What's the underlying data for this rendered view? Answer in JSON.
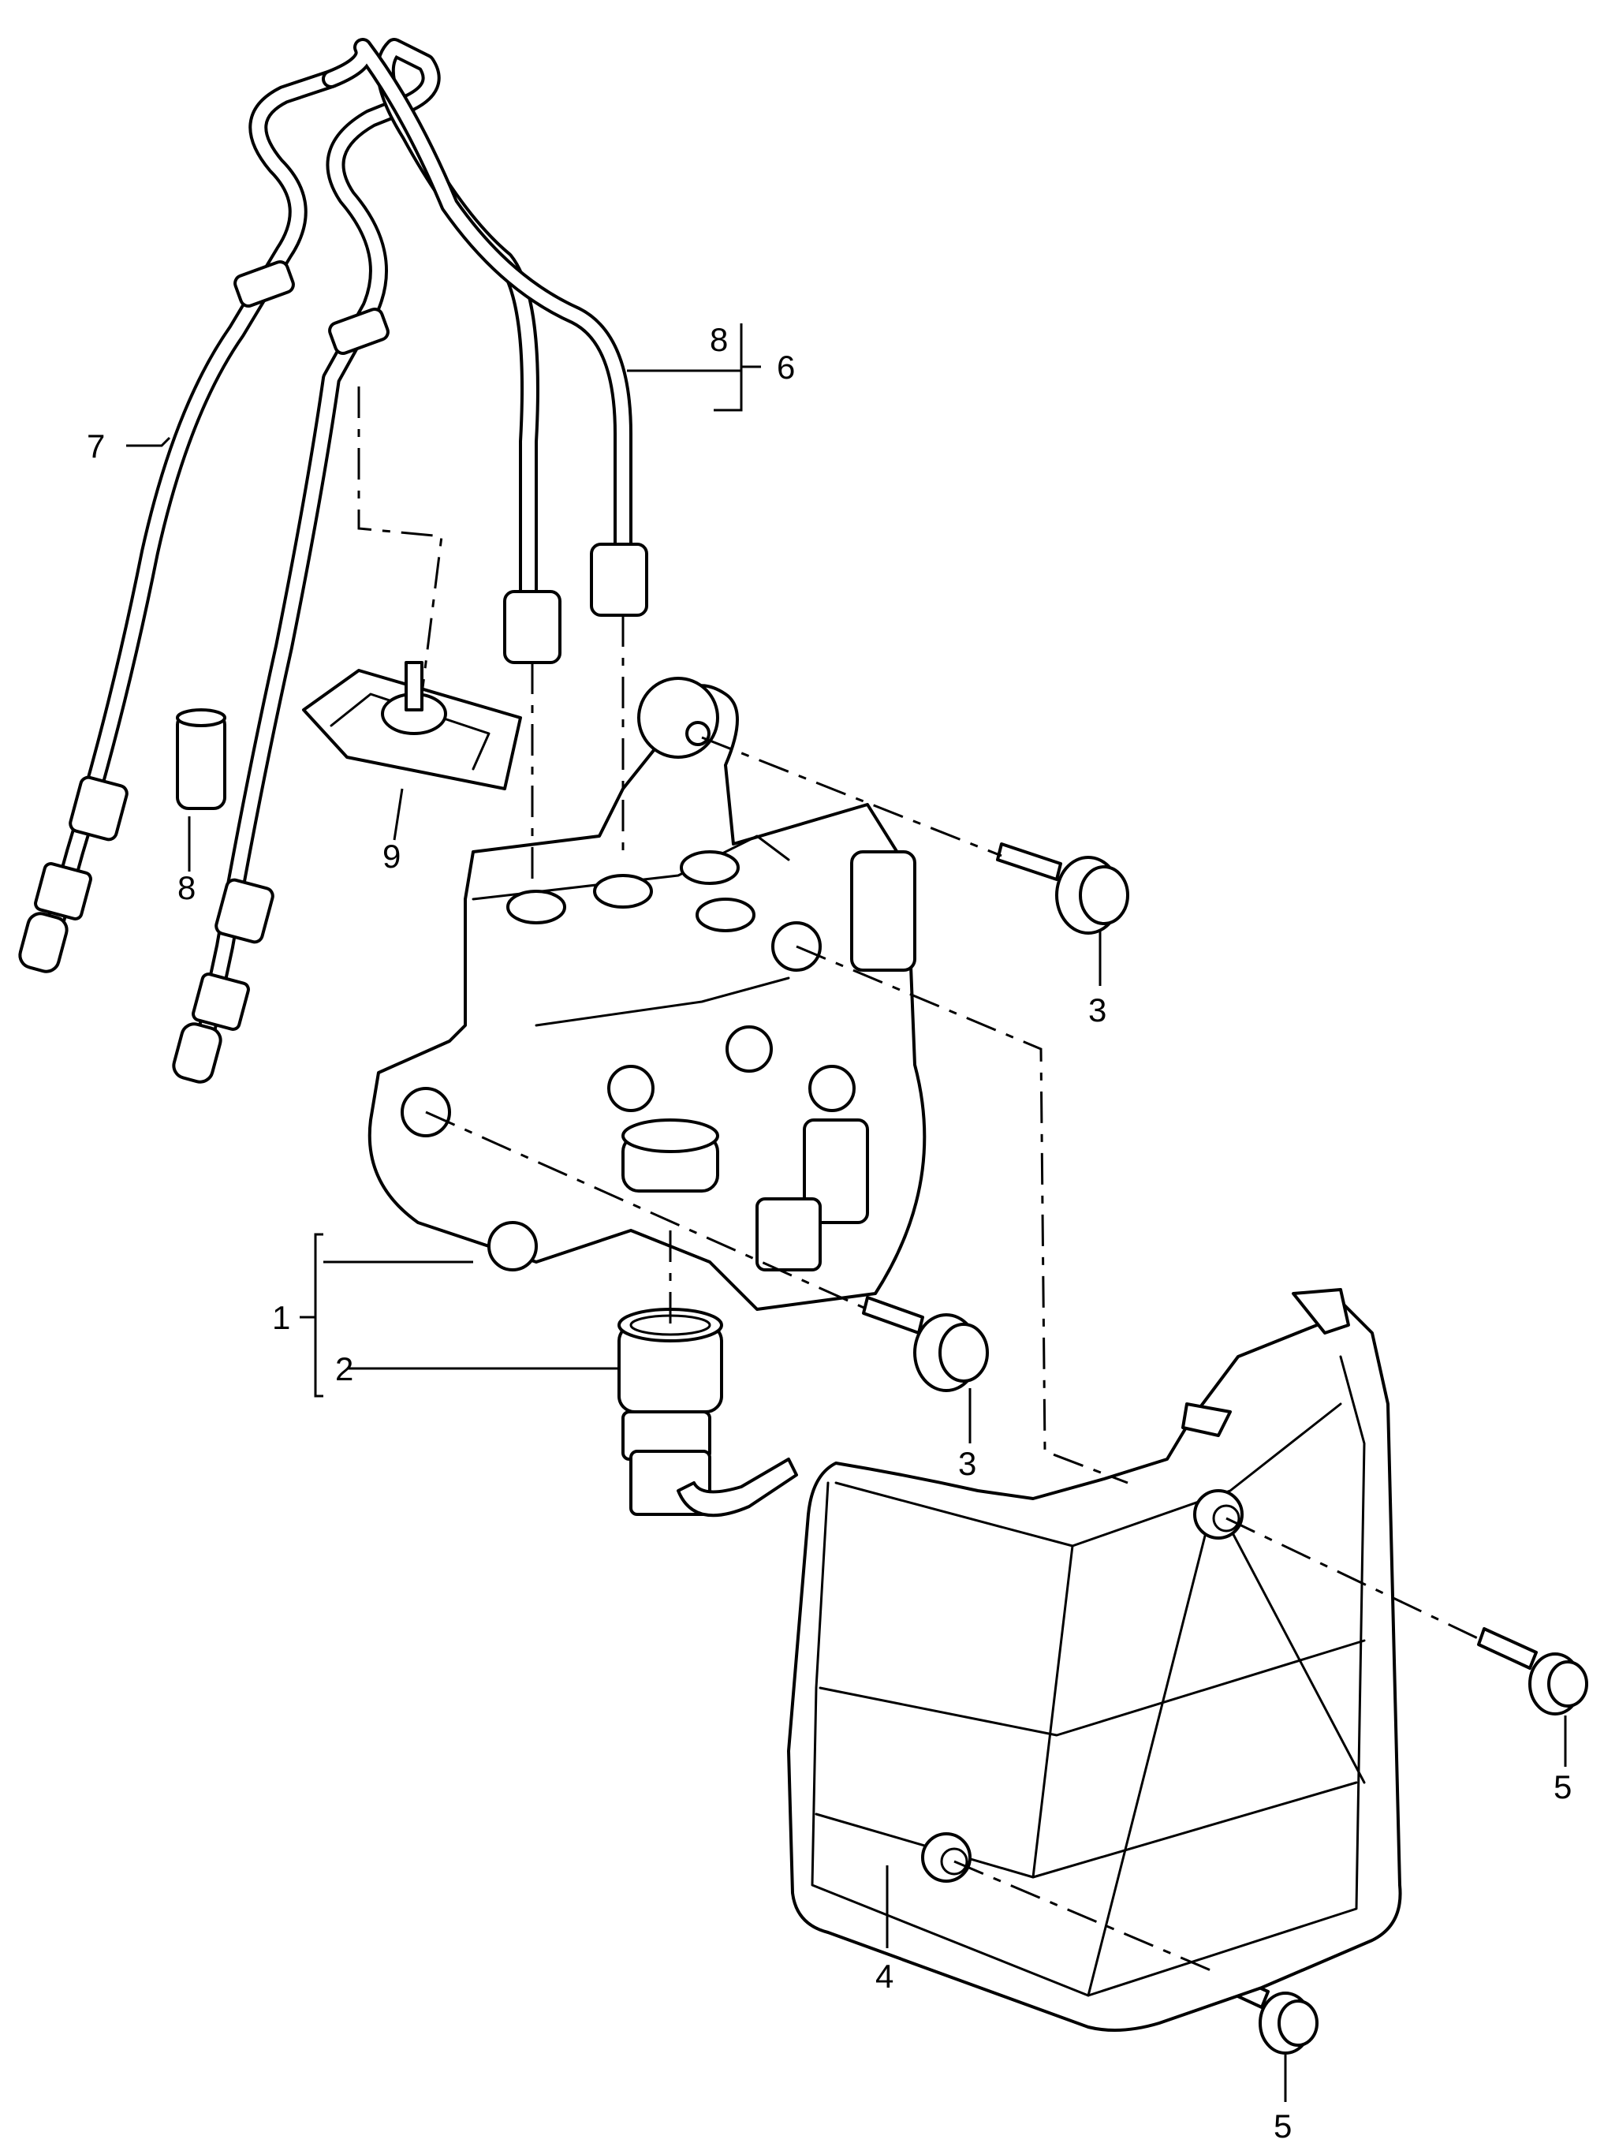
{
  "callouts": {
    "c1": "1",
    "c2": "2",
    "c3a": "3",
    "c3b": "3",
    "c4": "4",
    "c5a": "5",
    "c5b": "5",
    "c6": "6",
    "c7": "7",
    "c8a": "8",
    "c8b": "8",
    "c9": "9"
  }
}
